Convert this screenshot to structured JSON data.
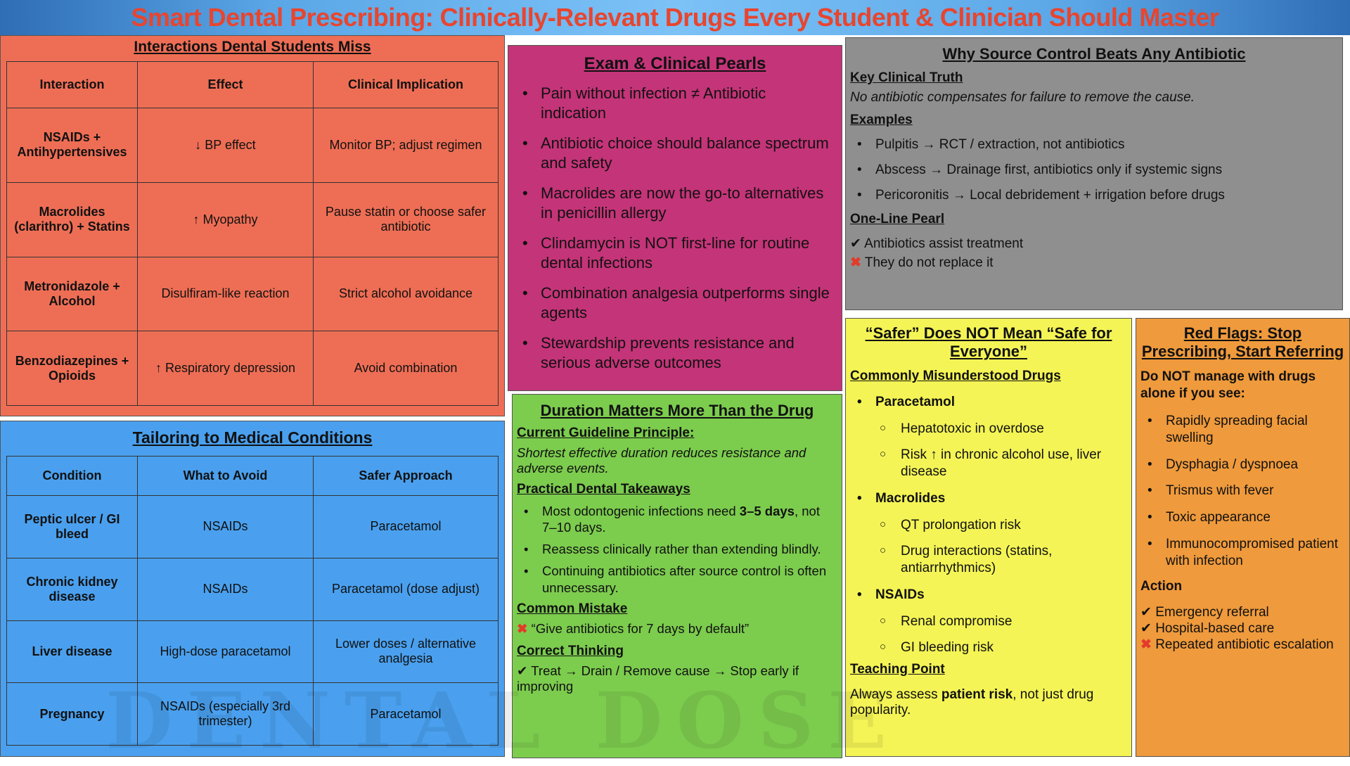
{
  "title": "Smart Dental Prescribing: Clinically-Relevant Drugs Every Student & Clinician Should Master",
  "interactions": {
    "heading": "Interactions Dental Students Miss",
    "columns": [
      "Interaction",
      "Effect",
      "Clinical Implication"
    ],
    "rows": [
      [
        "NSAIDs + Antihypertensives",
        "↓ BP effect",
        "Monitor BP; adjust regimen"
      ],
      [
        "Macrolides (clarithro) + Statins",
        "↑ Myopathy",
        "Pause statin or choose safer antibiotic"
      ],
      [
        "Metronidazole + Alcohol",
        "Disulfiram-like reaction",
        "Strict alcohol avoidance"
      ],
      [
        "Benzodiazepines + Opioids",
        "↑ Respiratory depression",
        "Avoid combination"
      ]
    ]
  },
  "tailoring": {
    "heading": "Tailoring to Medical Conditions",
    "columns": [
      "Condition",
      "What to Avoid",
      "Safer Approach"
    ],
    "rows": [
      [
        "Peptic ulcer / GI bleed",
        "NSAIDs",
        "Paracetamol"
      ],
      [
        "Chronic kidney disease",
        "NSAIDs",
        "Paracetamol (dose adjust)"
      ],
      [
        "Liver disease",
        "High-dose paracetamol",
        "Lower doses / alternative analgesia"
      ],
      [
        "Pregnancy",
        "NSAIDs (especially 3rd trimester)",
        "Paracetamol"
      ]
    ]
  },
  "pearls": {
    "heading": "Exam & Clinical Pearls",
    "items": [
      "Pain without infection ≠ Antibiotic indication",
      "Antibiotic choice should balance spectrum and safety",
      "Macrolides are now the go-to alternatives in penicillin allergy",
      "Clindamycin is NOT first-line for routine dental infections",
      "Combination analgesia outperforms single agents",
      "Stewardship prevents resistance and serious adverse outcomes"
    ]
  },
  "duration": {
    "heading": "Duration Matters More Than the Drug",
    "principle_label": "Current Guideline Principle:",
    "principle": "Shortest effective duration reduces resistance and adverse events.",
    "takeaways_label": "Practical Dental Takeaways",
    "t1a": "Most odontogenic infections need ",
    "t1b": "3–5 days",
    "t1c": ", not 7–10 days.",
    "t2": "Reassess clinically rather than extending blindly.",
    "t3": "Continuing antibiotics after source control is often unnecessary.",
    "mistake_label": "Common Mistake",
    "mistake": "“Give antibiotics for 7 days by default”",
    "correct_label": "Correct Thinking",
    "correct": "✔ Treat → Drain / Remove cause → Stop early if improving",
    "x": "✖"
  },
  "source": {
    "heading": "Why Source Control Beats Any Antibiotic",
    "truth_label": "Key Clinical Truth",
    "truth": "No antibiotic compensates for failure to remove the cause.",
    "examples_label": "Examples",
    "examples": [
      "Pulpitis → RCT / extraction, not antibiotics",
      "Abscess → Drainage first, antibiotics only if systemic signs",
      "Pericoronitis → Local debridement + irrigation before drugs"
    ],
    "pearl_label": "One-Line Pearl",
    "pearl1": "✔ Antibiotics assist treatment",
    "pearl2": "They do not replace it",
    "x": "✖"
  },
  "safer": {
    "heading": "“Safer” Does NOT Mean “Safe for Everyone”",
    "sub": "Commonly Misunderstood Drugs",
    "drugs": [
      {
        "name": "Paracetamol",
        "points": [
          "Hepatotoxic in overdose",
          "Risk ↑ in chronic alcohol use, liver disease"
        ]
      },
      {
        "name": "Macrolides",
        "points": [
          "QT prolongation risk",
          "Drug interactions (statins, antiarrhythmics)"
        ]
      },
      {
        "name": "NSAIDs",
        "points": [
          "Renal compromise",
          "GI bleeding risk"
        ]
      }
    ],
    "teach_label": "Teaching Point",
    "teach_a": "Always assess ",
    "teach_b": "patient risk",
    "teach_c": ", not just drug popularity."
  },
  "redflags": {
    "heading": "Red Flags: Stop Prescribing, Start Referring",
    "intro": "Do NOT manage with drugs alone if you see:",
    "items": [
      "Rapidly spreading facial swelling",
      "Dysphagia / dyspnoea",
      "Trismus with fever",
      "Toxic appearance",
      "Immunocompromised patient with infection"
    ],
    "action_label": "Action",
    "a1": "✔ Emergency referral",
    "a2": "✔ Hospital-based care",
    "a3": "Repeated antibiotic escalation",
    "x": "✖"
  },
  "watermark": "DENTAL DOSE",
  "colors": {
    "interactions": "#ee6e55",
    "tailoring": "#4aa0ee",
    "pearls": "#c43478",
    "duration": "#7ccc4e",
    "source": "#8f8f8f",
    "safer": "#f4f456",
    "redflags": "#ef9a3c"
  }
}
